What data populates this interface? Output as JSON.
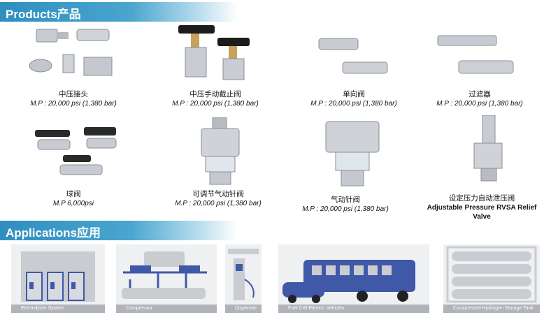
{
  "sections": {
    "products_title": "Products产品",
    "applications_title": "Applications应用"
  },
  "products": [
    {
      "name": "中压接头",
      "spec": "M.P : 20,000 psi (1,380 bar)"
    },
    {
      "name": "中压手动截止阀",
      "spec": "M.P : 20,000 psi (1,380 bar)"
    },
    {
      "name": "单向阀",
      "spec": "M.P : 20,000 psi (1,380 bar)"
    },
    {
      "name": "过滤器",
      "spec": "M.P : 20,000 psi (1,380 bar)"
    },
    {
      "name": "球阀",
      "spec": "M.P 6,000psi"
    },
    {
      "name": "可调节气动针阀",
      "spec": "M.P : 20,000 psi (1,380 bar)"
    },
    {
      "name": "气动针阀",
      "spec": "M.P : 20,000 psi (1,380 bar)"
    },
    {
      "name": "设定压力自动泄压阀",
      "spec": "Adjustable Pressure RVSA Relief Valve"
    }
  ],
  "applications": [
    {
      "label": "Electrolyzer System"
    },
    {
      "label": "Compressor"
    },
    {
      "label": "Dispenser"
    },
    {
      "label": "Fuel Cell Electric Vehicles"
    },
    {
      "label": "Compressed Hydrogen Storage Tank"
    }
  ],
  "colors": {
    "banner": "#3a9bc8",
    "app_blue": "#4058a8",
    "app_grey": "#c9ccd1"
  }
}
